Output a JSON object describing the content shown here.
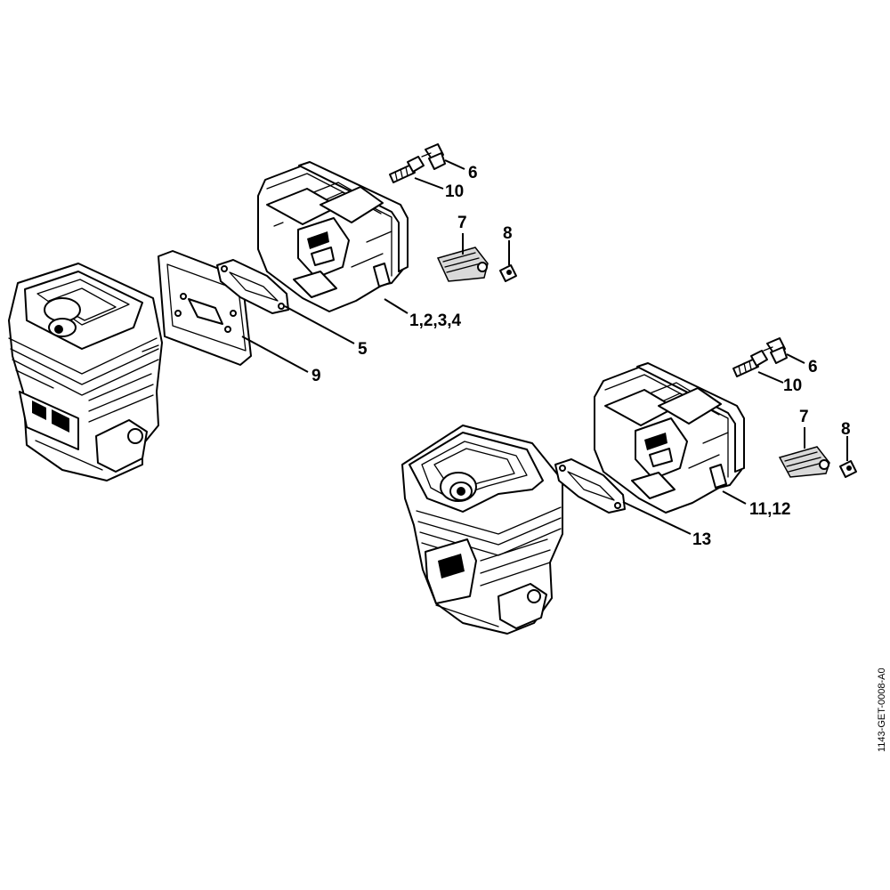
{
  "callouts": {
    "top": {
      "screw_6": "6",
      "screw_10": "10",
      "plate_7": "7",
      "screw_8": "8",
      "muffler": "1,2,3,4",
      "gasket_5": "5",
      "plate_9": "9"
    },
    "bottom": {
      "screw_6": "6",
      "screw_10": "10",
      "plate_7": "7",
      "screw_8": "8",
      "muffler": "11,12",
      "gasket_13": "13"
    }
  },
  "document_id": "1143-GET-0008-A0"
}
